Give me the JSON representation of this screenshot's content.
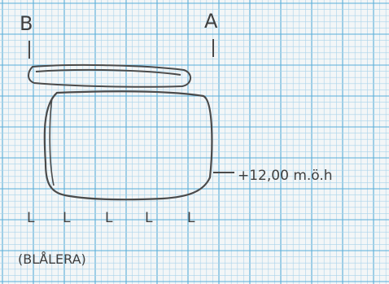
{
  "labels": {
    "point_b": "B",
    "point_a": "A",
    "level": "+12,00 m.ö.h",
    "caption": "(BLÅLERA)"
  },
  "soil_marks": [
    "L",
    "L",
    "L",
    "L",
    "L"
  ],
  "colors": {
    "paper": "#f3f6f7",
    "grid_minor": "#a9d3ea",
    "grid_major": "#5aaed9",
    "ink": "#4a4a4a"
  }
}
